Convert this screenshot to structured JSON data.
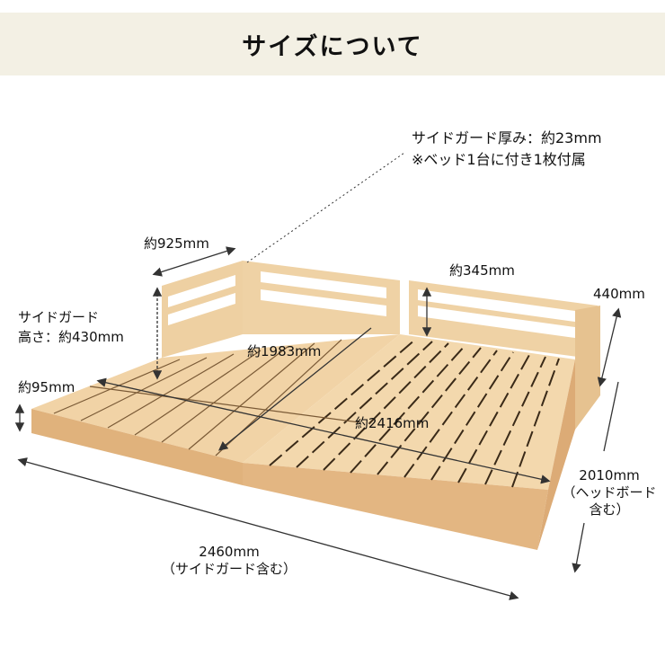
{
  "header": {
    "title": "サイズについて"
  },
  "annotations": {
    "guard_thickness": "サイドガード厚み：約23mm",
    "guard_note": "※ベッド1台に付き1枚付属",
    "width_925": "約925mm",
    "guard_height_line1": "サイドガード",
    "guard_height_line2": "高さ：約430mm",
    "height_95": "約95mm",
    "length_1983": "約1983mm",
    "height_345": "約345mm",
    "height_440": "440mm",
    "width_2416": "約2416mm",
    "depth_2010": "2010mm",
    "depth_2010_note1": "（ヘッドボード",
    "depth_2010_note2": "含む）",
    "total_2460": "2460mm",
    "total_2460_note": "（サイドガード含む）"
  },
  "colors": {
    "header_bg": "#f3f0e4",
    "wood_light": "#f1d3a6",
    "wood_mid": "#e6bd89",
    "wood_dark": "#d3a06a",
    "slat_gap": "#3a2a18",
    "arrow": "#333333"
  }
}
